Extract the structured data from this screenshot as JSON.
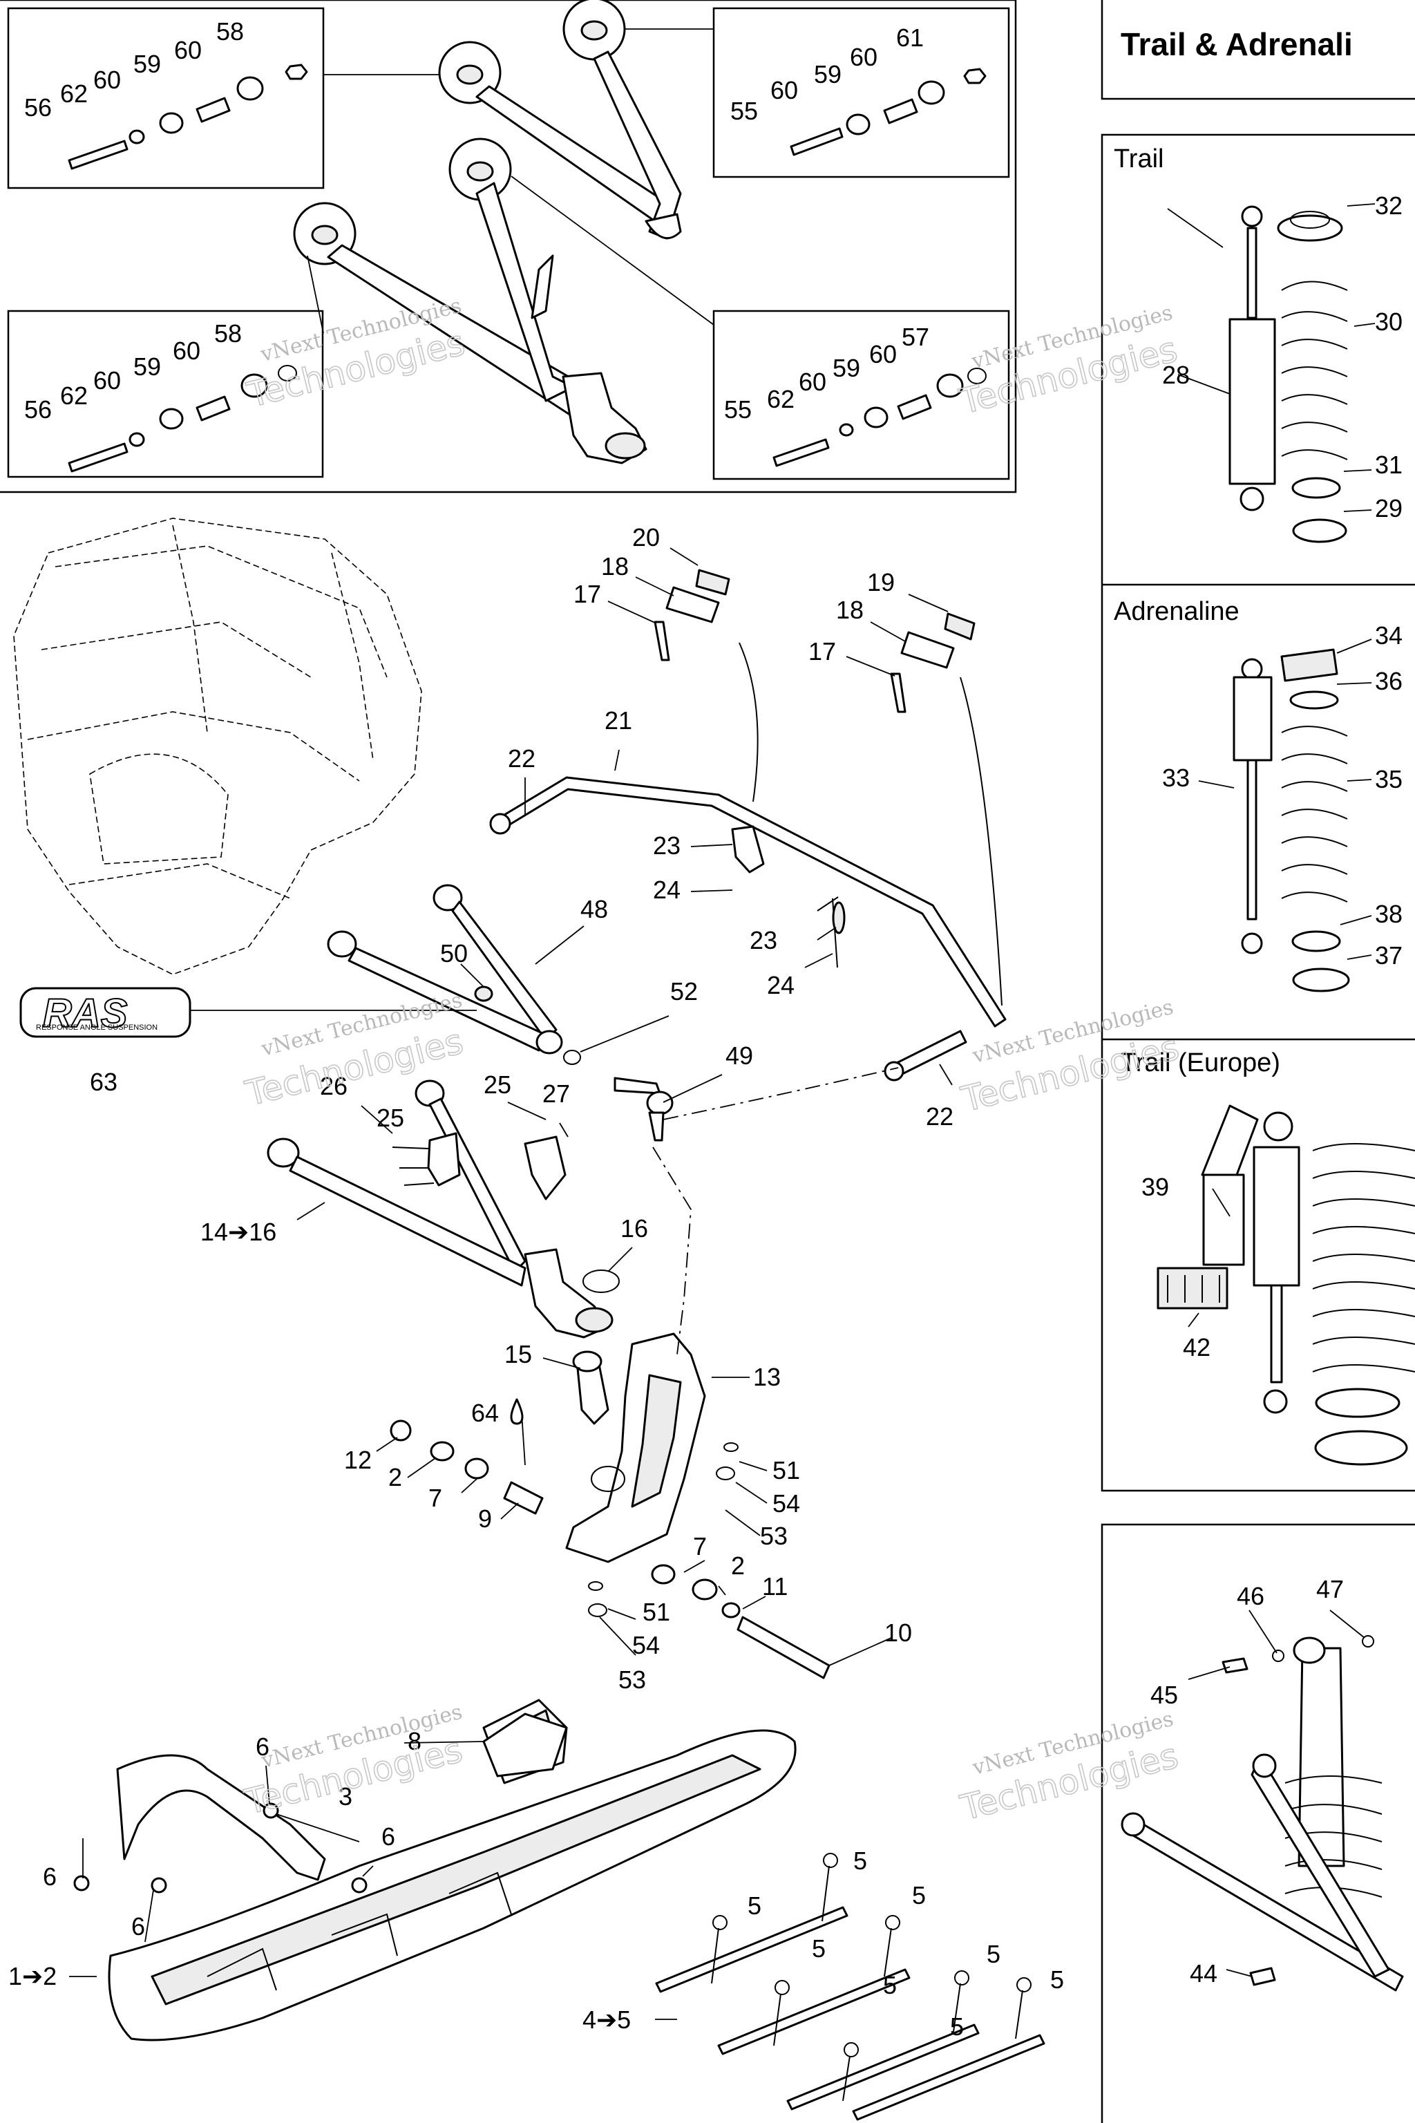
{
  "title": "Trail & Adrenali",
  "sections": {
    "trail": "Trail",
    "adrenaline": "Adrenaline",
    "europe": "Trail (Europe)"
  },
  "watermark": {
    "line1": "vNext Technologies",
    "line2": "Technologies"
  },
  "badge": {
    "mark": "RAS",
    "caption": "RESPONSE ANGLE SUSPENSION"
  },
  "callouts": {
    "n1_2": "1➔2",
    "n2": "2",
    "n3": "3",
    "n4_5": "4➔5",
    "n5": "5",
    "n6": "6",
    "n7": "7",
    "n8": "8",
    "n9": "9",
    "n10": "10",
    "n11": "11",
    "n12": "12",
    "n13": "13",
    "n14_16": "14➔16",
    "n15": "15",
    "n16": "16",
    "n17": "17",
    "n18": "18",
    "n19": "19",
    "n20": "20",
    "n21": "21",
    "n22": "22",
    "n23": "23",
    "n24": "24",
    "n25": "25",
    "n26": "26",
    "n27": "27",
    "n28": "28",
    "n29": "29",
    "n30": "30",
    "n31": "31",
    "n32": "32",
    "n33": "33",
    "n34": "34",
    "n35": "35",
    "n36": "36",
    "n37": "37",
    "n38": "38",
    "n39": "39",
    "n42": "42",
    "n44": "44",
    "n45": "45",
    "n46": "46",
    "n47": "47",
    "n48": "48",
    "n49": "49",
    "n50": "50",
    "n51": "51",
    "n52": "52",
    "n53": "53",
    "n54": "54",
    "n55": "55",
    "n56": "56",
    "n57": "57",
    "n58": "58",
    "n59": "59",
    "n60": "60",
    "n61": "61",
    "n62": "62",
    "n63": "63",
    "n64": "64"
  }
}
